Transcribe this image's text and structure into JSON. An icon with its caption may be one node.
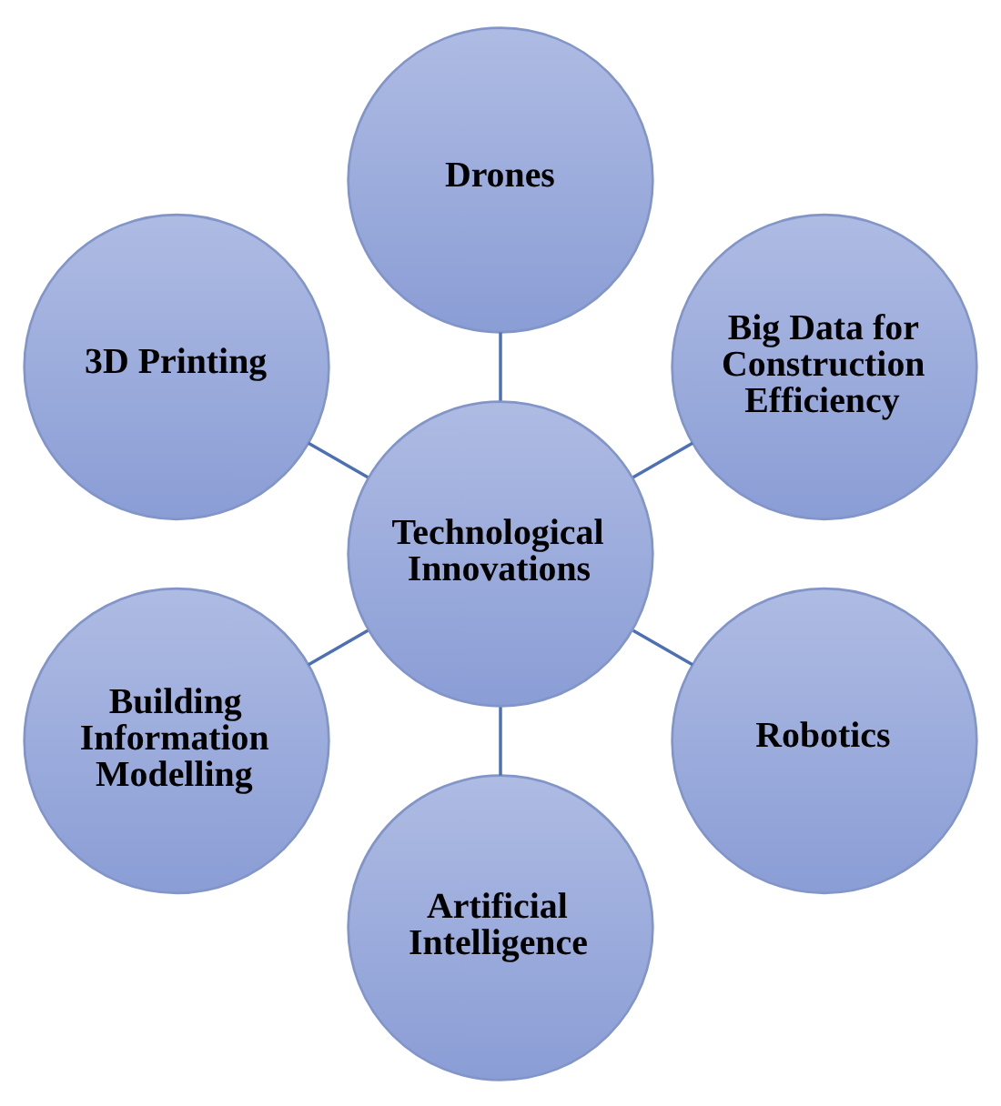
{
  "diagram": {
    "nodes": [
      {
        "text": [
          "Drones"
        ]
      },
      {
        "text": [
          "3D Printing"
        ]
      },
      {
        "text": [
          "Big Data for Construction Efficiency"
        ]
      },
      {
        "text": [
          "Technological Innovations"
        ]
      },
      {
        "text": [
          "Building Information Modelling"
        ]
      },
      {
        "text": [
          "Robotics"
        ]
      },
      {
        "text": [
          "Artificial Intelligence"
        ]
      }
    ],
    "edges": [
      {
        "from": 3,
        "to": 0,
        "arrow": "none"
      },
      {
        "from": 3,
        "to": 2,
        "arrow": "none"
      },
      {
        "from": 3,
        "to": 5,
        "arrow": "none"
      },
      {
        "from": 3,
        "to": 6,
        "arrow": "none"
      },
      {
        "from": 3,
        "to": 4,
        "arrow": "none"
      },
      {
        "from": 3,
        "to": 1,
        "arrow": "none"
      }
    ]
  }
}
